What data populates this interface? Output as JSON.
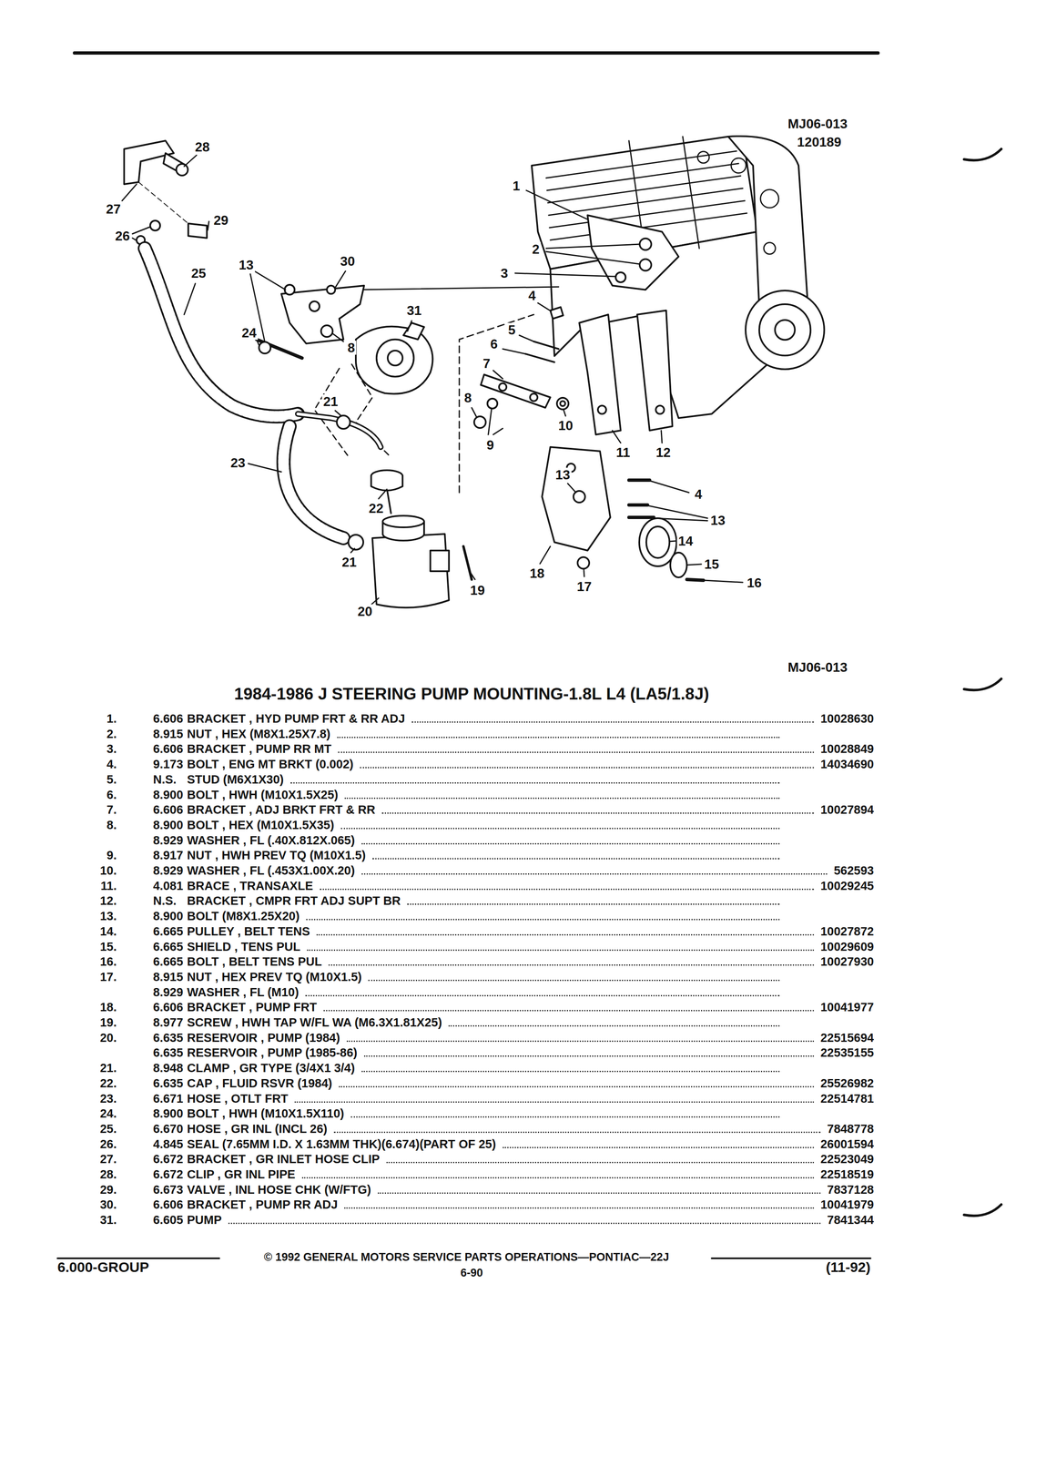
{
  "diagram": {
    "title": "1984-1986 J STEERING PUMP MOUNTING-1.8L L4 (LA5/1.8J)",
    "labels": [
      "28",
      "27",
      "29",
      "26",
      "25",
      "13",
      "30",
      "31",
      "24",
      "8",
      "1",
      "2",
      "3",
      "4",
      "5",
      "6",
      "7",
      "21",
      "8",
      "9",
      "10",
      "11",
      "12",
      "23",
      "22",
      "13",
      "4",
      "13",
      "14",
      "15",
      "16",
      "21",
      "19",
      "18",
      "17",
      "20",
      "MJ06-013",
      "120189",
      "MJ06-013",
      "1.",
      "6.606",
      "BRACKET , HYD PUMP FRT & RR ADJ",
      "10028630",
      "2.",
      "8.915",
      "NUT , HEX (M8X1.25X7.8)",
      "3.",
      "6.606",
      "BRACKET , PUMP RR MT",
      "10028849",
      "4.",
      "9.173",
      "BOLT , ENG MT BRKT (0.002)",
      "14034690",
      "5.",
      "N.S.",
      "STUD (M6X1X30)",
      "6.",
      "8.900",
      "BOLT , HWH (M10X1.5X25)",
      "7.",
      "6.606",
      "BRACKET , ADJ BRKT FRT & RR",
      "10027894",
      "8.",
      "8.900",
      "BOLT , HEX (M10X1.5X35)",
      "8.929",
      "WASHER , FL (.40X.812X.065)",
      "9.",
      "8.917",
      "NUT , HWH PREV TQ (M10X1.5)",
      "10.",
      "8.929",
      "WASHER , FL (.453X1.00X.20)",
      "562593",
      "11.",
      "4.081",
      "BRACE , TRANSAXLE",
      "10029245",
      "12.",
      "N.S.",
      "BRACKET , CMPR FRT ADJ SUPT BR",
      "13.",
      "8.900",
      "BOLT (M8X1.25X20)",
      "14.",
      "6.665",
      "PULLEY , BELT TENS",
      "10027872",
      "15.",
      "6.665",
      "SHIELD , TENS PUL",
      "10029609",
      "16.",
      "6.665",
      "BOLT , BELT TENS PUL",
      "10027930",
      "17.",
      "8.915",
      "NUT , HEX PREV TQ (M10X1.5)",
      "8.929",
      "WASHER , FL (M10)",
      "18.",
      "6.606",
      "BRACKET , PUMP FRT",
      "10041977",
      "19.",
      "8.977",
      "SCREW , HWH TAP W/FL WA (M6.3X1.81X25)",
      "20.",
      "6.635",
      "RESERVOIR , PUMP (1984)",
      "22515694",
      "6.635",
      "RESERVOIR , PUMP (1985-86)",
      "22535155",
      "21.",
      "8.948",
      "CLAMP , GR TYPE (3/4X1 3/4)",
      "22.",
      "6.635",
      "CAP , FLUID RSVR (1984)",
      "25526982",
      "23.",
      "6.671",
      "HOSE , OTLT FRT",
      "22514781",
      "24.",
      "8.900",
      "BOLT , HWH (M10X1.5X110)",
      "25.",
      "6.670",
      "HOSE , GR INL (INCL 26)",
      "7848778",
      "26.",
      "4.845",
      "SEAL (7.65MM I.D. X 1.63MM THK)(6.674)(PART OF 25)",
      "26001594",
      "27.",
      "6.672",
      "BRACKET , GR INLET HOSE CLIP",
      "22523049",
      "28.",
      "6.672",
      "CLIP , GR INL PIPE",
      "22518519",
      "29.",
      "6.673",
      "VALVE , INL HOSE CHK (W/FTG)",
      "7837128",
      "30.",
      "6.606",
      "BRACKET , PUMP RR ADJ",
      "10041979",
      "31.",
      "6.605",
      "PUMP",
      "7841344",
      "6.000-GROUP",
      "© 1992 GENERAL MOTORS SERVICE PARTS OPERATIONS—PONTIAC—22J",
      "6-90",
      "(11-92)"
    ]
  }
}
